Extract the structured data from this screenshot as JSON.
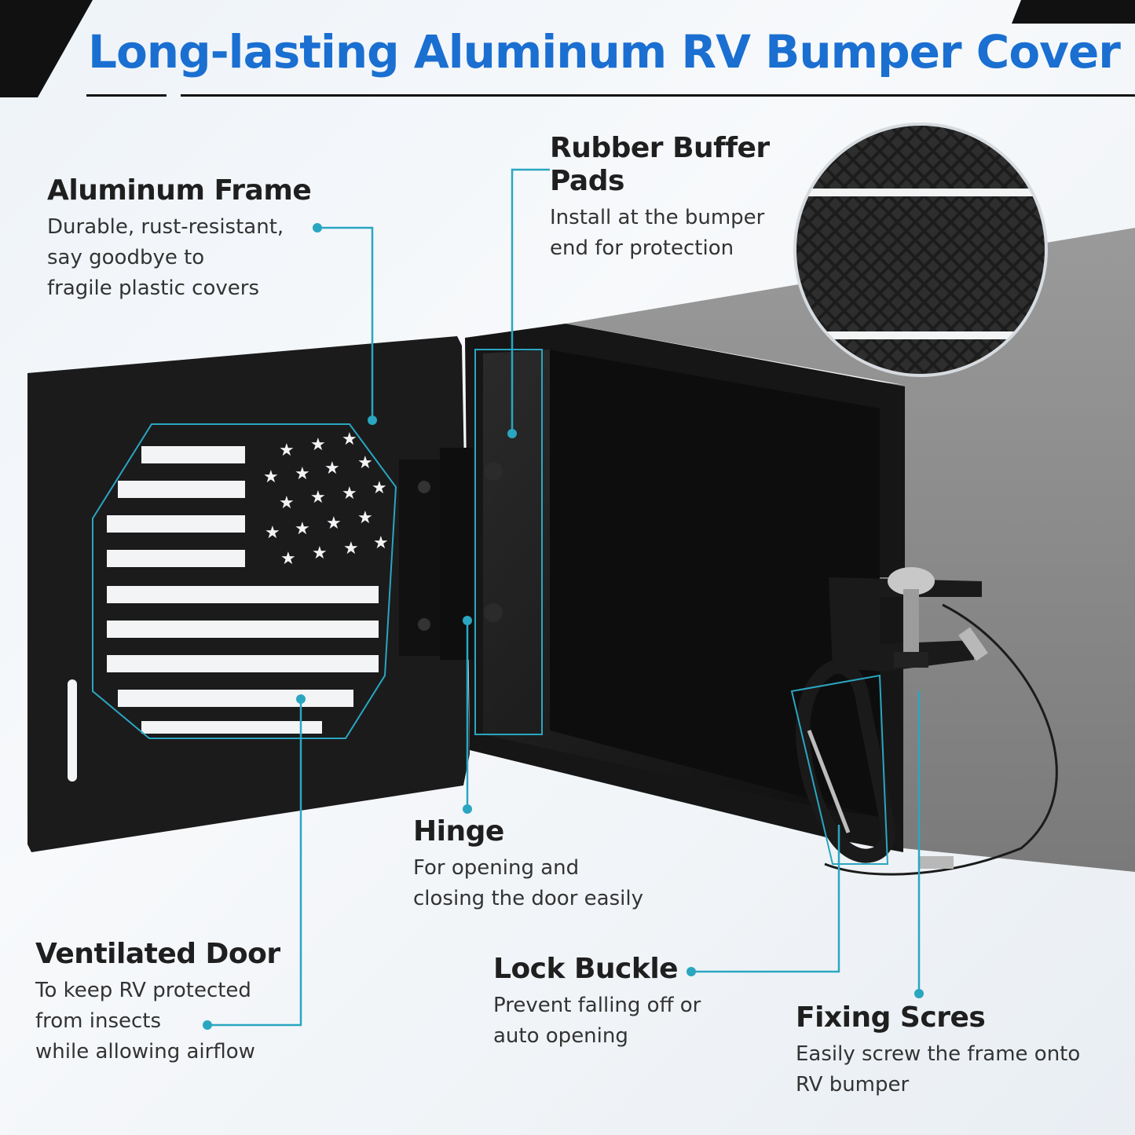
{
  "header": {
    "title": "Long-lasting  Aluminum RV Bumper Cover",
    "title_color": "#1a6fd1"
  },
  "colors": {
    "accent_line": "#2aa6c1",
    "product_black": "#1b1b1c",
    "tube_gray": "#8c8c8c"
  },
  "features": {
    "aluminum_frame": {
      "title": "Aluminum Frame",
      "lines": [
        "Durable, rust-resistant,",
        "say goodbye to",
        "fragile plastic covers"
      ]
    },
    "rubber_buffer": {
      "title_lines": [
        "Rubber Buffer",
        "Pads"
      ],
      "lines": [
        "Install at the bumper",
        "end for protection"
      ]
    },
    "hinge": {
      "title": "Hinge",
      "lines": [
        "For opening and",
        "closing the door easily"
      ]
    },
    "ventilated_door": {
      "title": "Ventilated Door",
      "lines": [
        "To keep RV protected",
        "from insects",
        "while allowing airflow"
      ]
    },
    "lock_buckle": {
      "title": "Lock Buckle",
      "lines": [
        "Prevent falling off or",
        "auto opening"
      ]
    },
    "fixing_screws": {
      "title": "Fixing Scres",
      "lines": [
        "Easily screw the frame onto",
        "RV bumper"
      ]
    }
  }
}
